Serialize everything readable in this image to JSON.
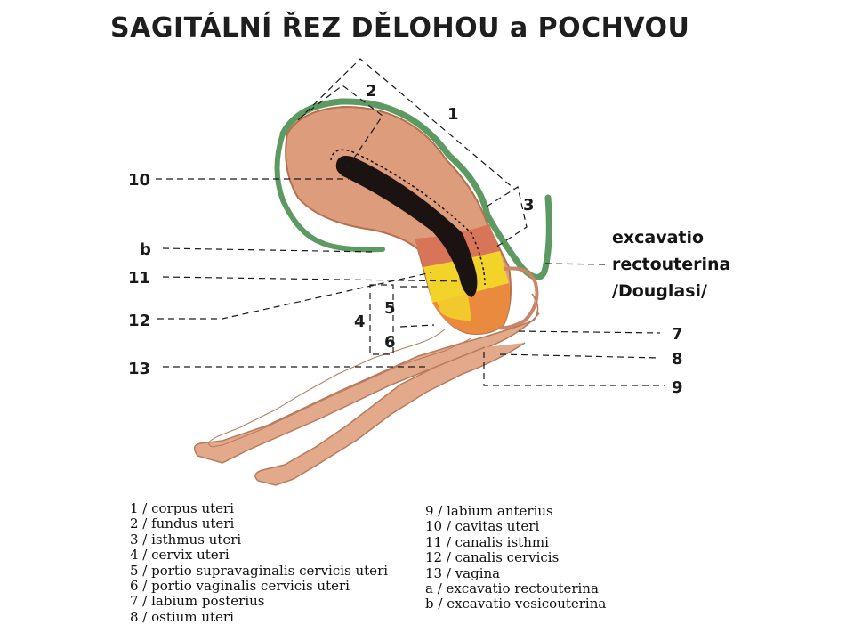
{
  "title": "SAGITÁLNÍ ŘEZ DĚLOHOU a POCHVOU",
  "callouts": {
    "n1": "1",
    "n2": "2",
    "n3": "3",
    "n4": "4",
    "n5": "5",
    "n6": "6",
    "n7": "7",
    "n8": "8",
    "n9": "9",
    "n10": "10",
    "n11": "11",
    "n12": "12",
    "n13": "13",
    "b": "b"
  },
  "side_label": {
    "line1": "excavatio",
    "line2": "rectouterina",
    "line3": "/Douglasi/"
  },
  "legend": {
    "left": [
      "1 / corpus uteri",
      "2 / fundus uteri",
      "3 / isthmus uteri",
      "4 / cervix uteri",
      "5 / portio supravaginalis cervicis uteri",
      "6 / portio vaginalis cervicis uteri",
      "7 / labium posterius",
      "8 / ostium uteri"
    ],
    "right": [
      "9 / labium anterius",
      "10 / cavitas uteri",
      "11 / canalis isthmi",
      "12 / canalis cervicis",
      "13 / vagina",
      "a / excavatio rectouterina",
      "b / excavatio vesicouterina"
    ]
  },
  "colors": {
    "uterus_wall": "#dd9c7c",
    "peritoneum": "#5c9a62",
    "isthmus_band": "#d87558",
    "cervix_yellow": "#f2d32a",
    "cervix_orange": "#ea8a3e",
    "vagina_wall": "#e2a98a"
  }
}
